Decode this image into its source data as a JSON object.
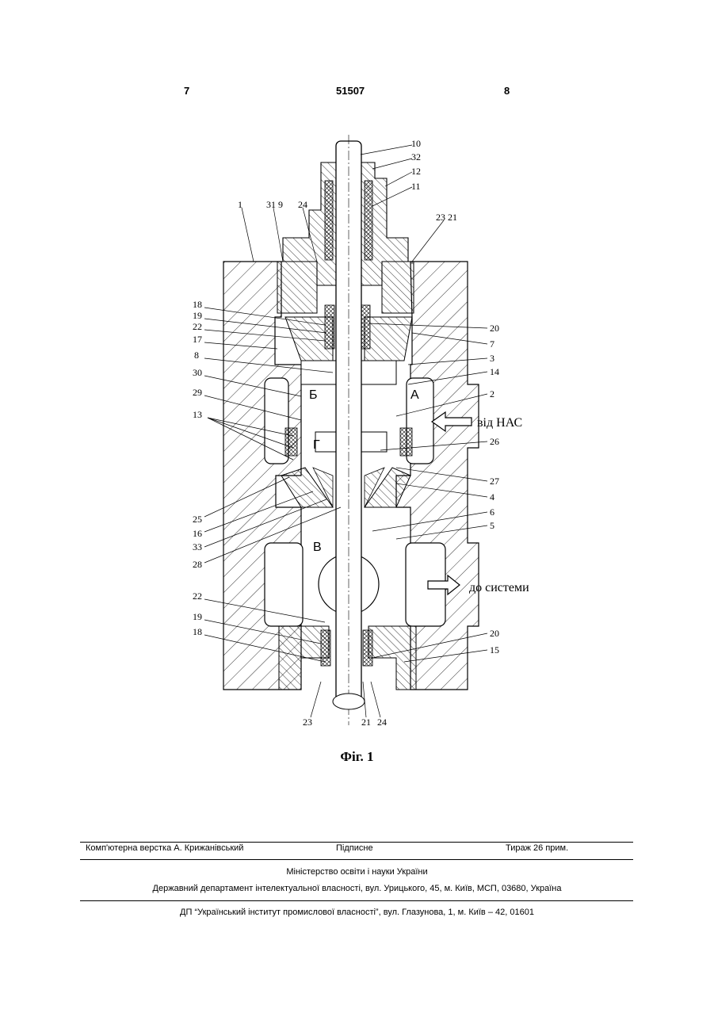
{
  "header": {
    "left_page": "7",
    "patent_number": "51507",
    "right_page": "8"
  },
  "figure": {
    "caption": "Фіг. 1",
    "chamber_labels": [
      "Б",
      "А",
      "Г",
      "В"
    ],
    "arrow_labels": {
      "inlet": "від НАС",
      "outlet": "до системи"
    },
    "part_labels_left": [
      "1",
      "31 9",
      "24",
      "18",
      "19",
      "22",
      "17",
      "8",
      "30",
      "29",
      "13",
      "25",
      "16",
      "33",
      "28",
      "22",
      "19",
      "18",
      "23"
    ],
    "part_labels_right": [
      "10",
      "32",
      "12",
      "11",
      "23 21",
      "20",
      "7",
      "3",
      "14",
      "2",
      "26",
      "27",
      "4",
      "6",
      "5",
      "20",
      "15",
      "21",
      "24"
    ]
  },
  "footer": {
    "typesetting": "Комп'ютерна верстка А. Крижанівський",
    "signed": "Підписне",
    "circulation": "Тираж 26 прим.",
    "ministry": "Міністерство освіти і науки України",
    "department": "Державний департамент інтелектуальної власності, вул. Урицького, 45, м. Київ, МСП, 03680, Україна",
    "institute": "ДП “Український інститут промислової власності”, вул. Глазунова, 1, м. Київ – 42, 01601"
  }
}
